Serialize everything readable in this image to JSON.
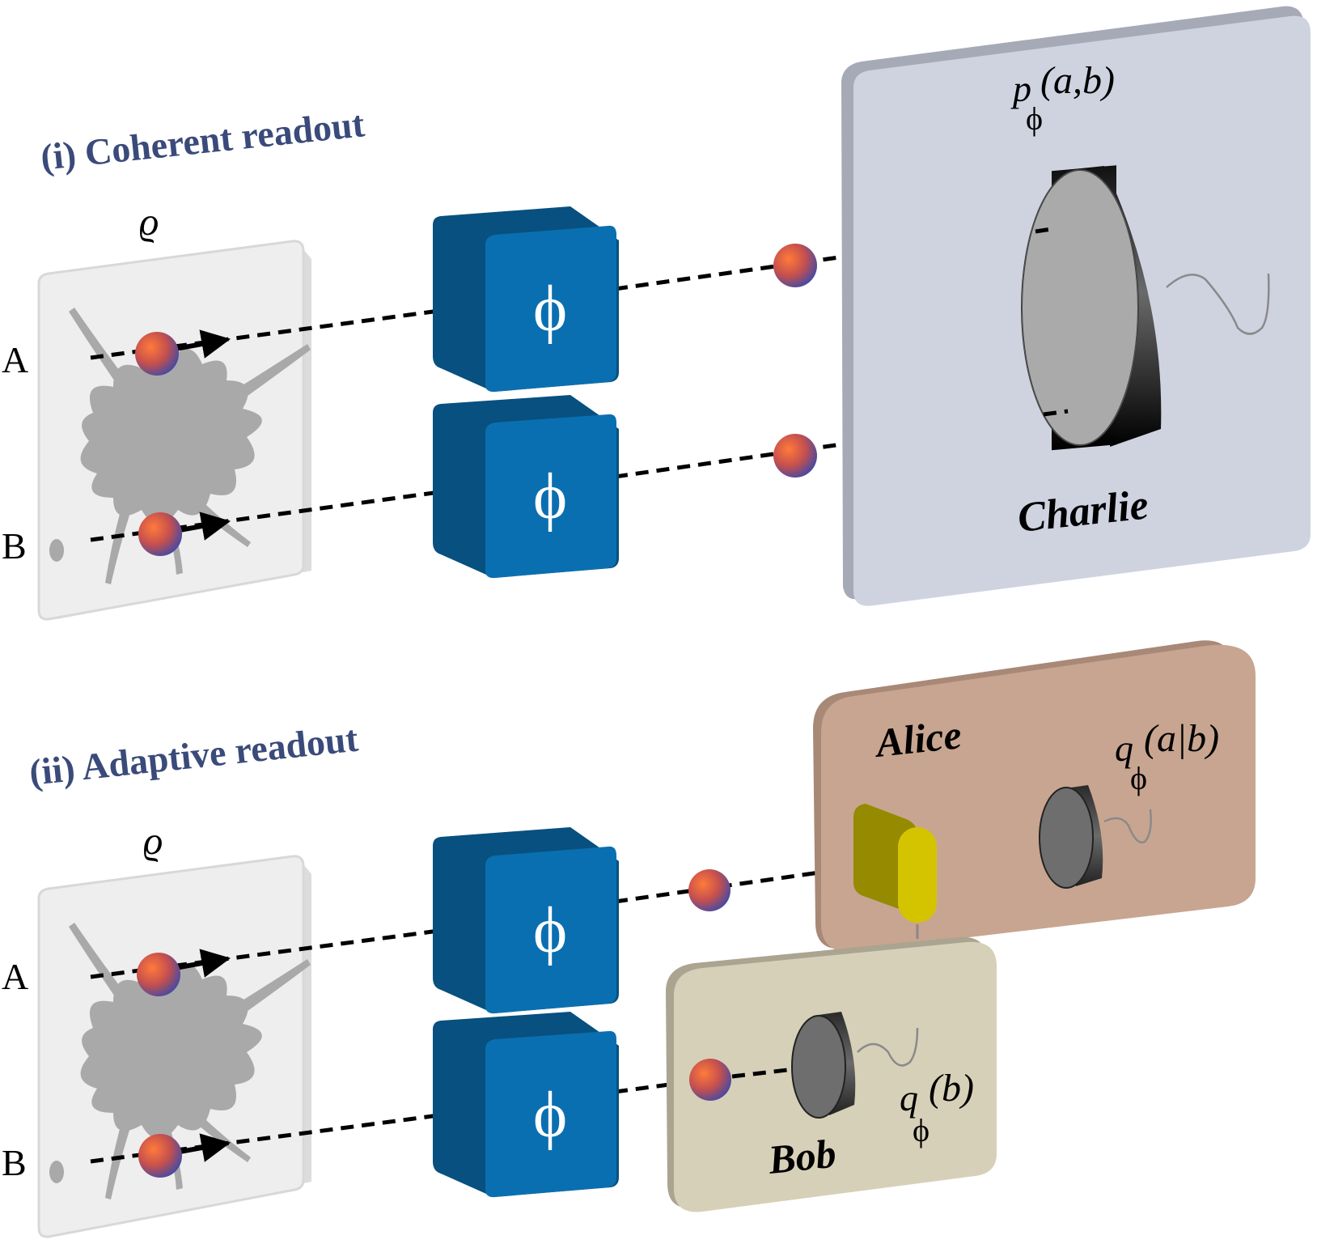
{
  "sections": {
    "coherent": {
      "title": "(i) Coherent readout",
      "state_symbol": "ϱ",
      "mode_a": "A",
      "mode_b": "B",
      "phase_symbol": "ϕ",
      "detector_party": "Charlie",
      "prob_p": "p",
      "prob_sub": "ϕ",
      "prob_args": "(a,b)"
    },
    "adaptive": {
      "title": "(ii) Adaptive readout",
      "state_symbol": "ϱ",
      "mode_a": "A",
      "mode_b": "B",
      "phase_symbol": "ϕ",
      "alice": {
        "name": "Alice",
        "prob_q": "q",
        "prob_sub": "ϕ",
        "prob_args": "(a|b)"
      },
      "bob": {
        "name": "Bob",
        "prob_q": "q",
        "prob_sub": "ϕ",
        "prob_args": "(b)"
      }
    }
  },
  "colors": {
    "title": "#3a4a7a",
    "phase_box_front": "#0a6fb0",
    "phase_box_side": "#07507f",
    "charlie_panel": "#cfd3e0",
    "alice_panel": "#c8a590",
    "bob_panel": "#d6d0b8",
    "state_panel": "#eeeeee",
    "splash": "#a9a9a9",
    "beamsplitter": "#d4c400"
  }
}
